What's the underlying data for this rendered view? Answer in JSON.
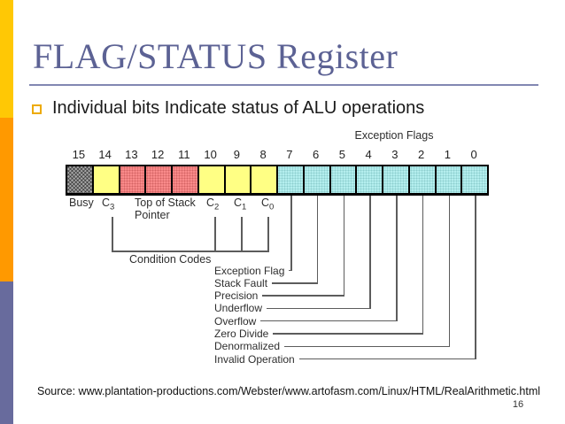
{
  "slide": {
    "title": "FLAG/STATUS Register",
    "bullet_text": "Individual bits Indicate status of ALU operations",
    "source_text": "Source: www.plantation-productions.com/Webster/www.artofasm.com/Linux/HTML/RealArithmetic.html",
    "page_number": "16"
  },
  "diagram": {
    "exception_flags_label": "Exception Flags",
    "condition_codes_label": "Condition Codes",
    "bit_numbers": [
      "15",
      "14",
      "13",
      "12",
      "11",
      "10",
      "9",
      "8",
      "7",
      "6",
      "5",
      "4",
      "3",
      "2",
      "1",
      "0"
    ],
    "cells": [
      "gray",
      "yellow",
      "red",
      "red",
      "red",
      "yellow",
      "yellow",
      "yellow",
      "cyan",
      "cyan",
      "cyan",
      "cyan",
      "cyan",
      "cyan",
      "cyan",
      "cyan"
    ],
    "bit_field_labels": [
      {
        "text": "Busy"
      },
      {
        "text": "C",
        "sub": "3"
      },
      {
        "text": "Top of Stack",
        "line2": "Pointer"
      },
      {
        "text": "C",
        "sub": "2"
      },
      {
        "text": "C",
        "sub": "1"
      },
      {
        "text": "C",
        "sub": "0"
      }
    ],
    "exception_flag_names": [
      "Exception Flag",
      "Stack Fault",
      "Precision",
      "Underflow",
      "Overflow",
      "Zero Divide",
      "Denormalized",
      "Invalid Operation"
    ]
  },
  "colors": {
    "accent_yellow": "#FFC805",
    "accent_orange": "#FF9900",
    "accent_purple": "#686B9D",
    "title": "#5C6294",
    "bullet_square": "#EDAA00",
    "cell_yellow": "#FFFF84",
    "cell_red": "#F98A8A",
    "cell_cyan": "#B4EEEE",
    "cell_gray": "#A8A8A8"
  }
}
